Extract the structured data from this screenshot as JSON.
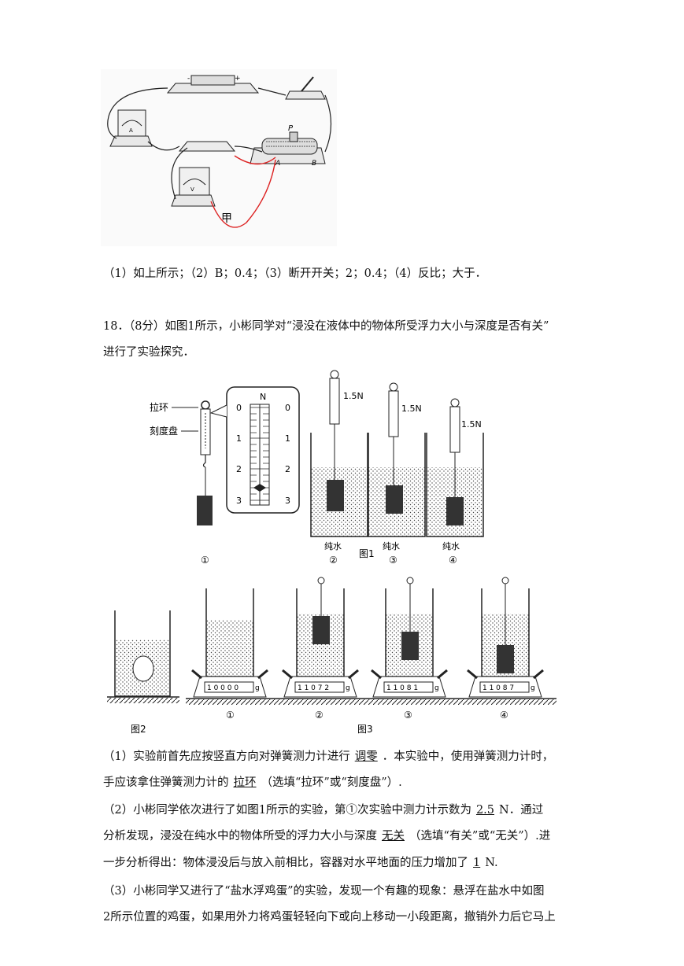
{
  "fig_jia": {
    "label": "甲",
    "p_label": "P",
    "a_label": "A",
    "b_label": "B"
  },
  "answer17": "（1）如上所示；（2）B；0.4；（3）断开开关；2；0.4；（4）反比；大于．",
  "q18": {
    "line1": "18．（8分）如图1所示，小彬同学对“浸没在液体中的物体所受浮力大小与深度是否有关”",
    "line2": "进行了实验探究．"
  },
  "fig1": {
    "caption": "图1",
    "label_ring": "拉环",
    "label_dial": "刻度盘",
    "scale_unit": "N",
    "scale_ticks": [
      "0",
      "1",
      "2",
      "3"
    ],
    "readings": [
      "1.5N",
      "1.5N",
      "1.5N"
    ],
    "liquid": "纯水",
    "nums": [
      "①",
      "②",
      "③",
      "④"
    ]
  },
  "fig2": {
    "caption": "图2"
  },
  "fig3": {
    "caption": "图3",
    "nums": [
      "①",
      "②",
      "③",
      "④"
    ],
    "balances": [
      "1 0 0 0 0",
      "1 1 0 7 2",
      "1 1 0 8 1",
      "1 1 0 8 7"
    ],
    "unit": "g"
  },
  "p1": {
    "a": "（1）实验前首先应按竖直方向对弹簧测力计进行",
    "ans1": "调零",
    "b": "．本实验中，使用弹簧测力计时，",
    "c": "手应该拿住弹簧测力计的",
    "ans2": "拉环",
    "d": "（选填“拉环”或“刻度盘”）."
  },
  "p2": {
    "a": "（2）小彬同学依次进行了如图1所示的实验，第①次实验中测力计示数为",
    "ans1": "2.5",
    "b": "N．通过",
    "c": "分析发现，浸没在纯水中的物体所受的浮力大小与深度",
    "ans2": "无关",
    "d": "（选填“有关”或“无关”）.进",
    "e": "一步分析得出：物体浸没后与放入前相比，容器对水平地面的压力增加了",
    "ans3": "1",
    "f": "N."
  },
  "p3": {
    "a": "（3）小彬同学又进行了“盐水浮鸡蛋”的实验，发现一个有趣的现象：悬浮在盐水中如图",
    "b": "2所示位置的鸡蛋，如果用外力将鸡蛋轻轻向下或向上移动一小段距离，撤销外力后它马上"
  }
}
